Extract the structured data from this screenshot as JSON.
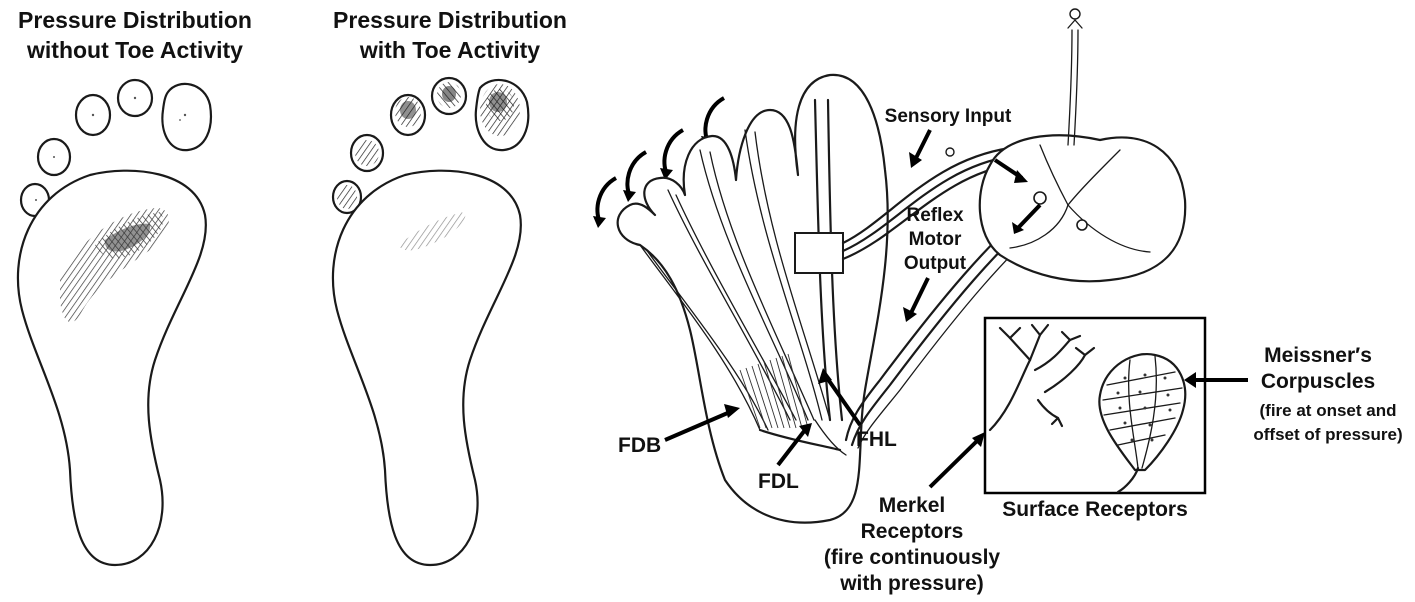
{
  "figure": {
    "left_foot": {
      "title_line1": "Pressure Distribution",
      "title_line2": "without Toe Activity"
    },
    "middle_foot": {
      "title_line1": "Pressure Distribution",
      "title_line2": "with Toe Activity"
    },
    "anatomy": {
      "sensory_input": "Sensory Input",
      "reflex_line1": "Reflex",
      "reflex_line2": "Motor",
      "reflex_line3": "Output",
      "fdb": "FDB",
      "fdl": "FDL",
      "fhl": "FHL"
    },
    "receptors": {
      "box_label": "Surface Receptors",
      "meissner_line1": "Meissner′s",
      "meissner_line2": "Corpuscles",
      "meissner_note1": "(fire at onset and",
      "meissner_note2": "offset of pressure)",
      "merkel_line1": "Merkel",
      "merkel_line2": "Receptors",
      "merkel_note1": "(fire continuously",
      "merkel_note2": "with pressure)"
    }
  }
}
